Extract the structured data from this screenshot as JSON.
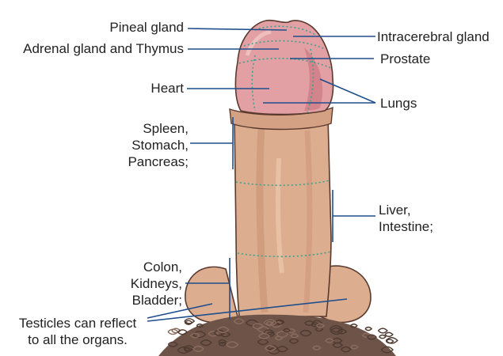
{
  "labels": {
    "pineal": "Pineal gland",
    "adrenal": "Adrenal gland and Thymus",
    "heart": "Heart",
    "spleen": "Spleen,\nStomach,\nPancreas;",
    "colon": "Colon,\nKidneys,\nBladder;",
    "testicles": "Testicles can reflect\nto all the organs.",
    "intracerebral": "Intracerebral gland",
    "prostate": "Prostate",
    "lungs": "Lungs",
    "liver": "Liver,\nIntestine;"
  },
  "colors": {
    "line": "#1f4e8c",
    "skin": "#dcae8f",
    "skin_shadow": "#c98f73",
    "skin_highlight": "#ecc9ad",
    "glans": "#e2a0a4",
    "glans_dark": "#cd7a84",
    "dotted": "#3aa38f",
    "hair": "#6e5448",
    "outline": "#5a3a2e"
  }
}
